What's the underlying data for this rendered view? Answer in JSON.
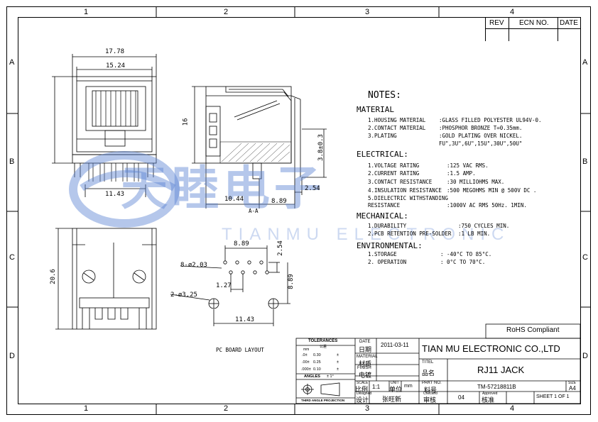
{
  "zones": {
    "top": [
      "1",
      "2",
      "3",
      "4"
    ],
    "bottom": [
      "1",
      "2",
      "3",
      "4"
    ],
    "left": [
      "A",
      "B",
      "C",
      "D"
    ],
    "right": [
      "A",
      "B",
      "C",
      "D"
    ]
  },
  "revision_block": {
    "rev": "REV",
    "ecn": "ECN NO.",
    "date": "DATE"
  },
  "dimensions": {
    "front_width": "17.78",
    "front_inner": "15.24",
    "front_height": "16",
    "front_pitch": "11.43",
    "side_depth": "10.44",
    "side_offset": "8.89",
    "side_pin_offset": "2.54",
    "side_pin_height": "3.8±0.3",
    "section_label": "A-A",
    "side_height": "20.6",
    "pcb_row": "8.89",
    "pcb_row_offset": "2.54",
    "pcb_hole_small": "8-ø2.03",
    "pcb_hole_large": "2-ø3.25",
    "pcb_stagger": "1.27",
    "pcb_vertical": "8.89",
    "pcb_peg": "11.43"
  },
  "pcb_layout_label": "PC BOARD LAYOUT",
  "notes": {
    "title": "NOTES:",
    "material_header": "MATERIAL",
    "material": [
      {
        "label": "1.HOUSING MATERIAL",
        "value": ":GLASS FILLED POLYESTER UL94V-0."
      },
      {
        "label": "2.CONTACT MATERIAL",
        "value": ":PHOSPHOR BRONZE T=0.35mm."
      },
      {
        "label": "3.PLATING",
        "value": ":GOLD PLATING OVER NICKEL."
      },
      {
        "label": "",
        "value": " FU\",3U\",6U\",15U\",30U\",50U\""
      }
    ],
    "electrical_header": "ELECTRICAL:",
    "electrical": [
      {
        "label": "1.VOLTAGE RATING",
        "value": ":125 VAC RMS."
      },
      {
        "label": "2.CURRENT RATING",
        "value": ":1.5 AMP."
      },
      {
        "label": "3.CONTACT RESISTANCE",
        "value": ":30 MILLIOHMS MAX."
      },
      {
        "label": "4.INSULATION RESISTANCE",
        "value": ":500 MEGOHMS MIN @ 500V DC ."
      },
      {
        "label": "5.DIELECTRIC WITHSTANDING",
        "value": ""
      },
      {
        "label": "  RESISTANCE",
        "value": ":1000V AC RMS 50Hz. 1MIN."
      }
    ],
    "mechanical_header": "MECHANICAL:",
    "mechanical": [
      {
        "label": "1.DURABILITY",
        "value": ":750 CYCLES MIN."
      },
      {
        "label": "2.PCB RETENTION PRE-SOLDER",
        "value": ":1 LB MIN."
      }
    ],
    "environmental_header": "ENVIRONMENTAL:",
    "environmental": [
      {
        "label": "1.STORAGE",
        "value": ": -40°C TO 85°C."
      },
      {
        "label": "2. OPERATION",
        "value": ": 0°C TO 70°C."
      }
    ]
  },
  "title_block": {
    "rohs": "RoHS Compliant",
    "tolerances_en": "TOLERANCES",
    "tolerances_cn": "公差",
    "mm": "mm",
    "tol_rows": [
      {
        "spec": ".0±",
        "value": "0.30",
        "pm": "±"
      },
      {
        "spec": ".00±",
        "value": "0.25",
        "pm": "±"
      },
      {
        "spec": ".000±",
        "value": "0.10",
        "pm": "±"
      }
    ],
    "angles_label": "ANGLES",
    "angles_value": "± 1°",
    "date_en": "DATE",
    "date_cn": "日期",
    "date_value": "2011-03-11",
    "company": "TIAN MU ELECTRONIC CO.,LTD",
    "material_en": "MATERIAL",
    "material_cn": "材质",
    "finish_en": "FINISH",
    "finish_cn": "电镀",
    "titel_en": "TITEL",
    "titel_cn": "品名",
    "title_value": "RJ11 JACK",
    "scale_en": "SCALE",
    "scale_cn": "比例",
    "scale_value": "1:1",
    "unit_en": "UNIT",
    "unit_cn": "单位",
    "unit_value": "mm",
    "part_no_en": "PART NO.",
    "part_no_cn": "料号",
    "part_no_value": "TM-57218811B",
    "size_en": "SIZE",
    "size_value": "A4",
    "designed_en": "Designed",
    "designed_cn": "设计",
    "designer": "张旺新",
    "checked_en": "Checked",
    "checked_cn": "审核",
    "checked_value": "04",
    "approved_en": "Approved",
    "approved_cn": "核准",
    "sheet": "SHEET 1 OF 1",
    "projection": "THIRD ANGLE PROJECTION"
  },
  "watermark": {
    "cn": "天睦电子",
    "en": "TIANMU ELECTRONIC"
  }
}
